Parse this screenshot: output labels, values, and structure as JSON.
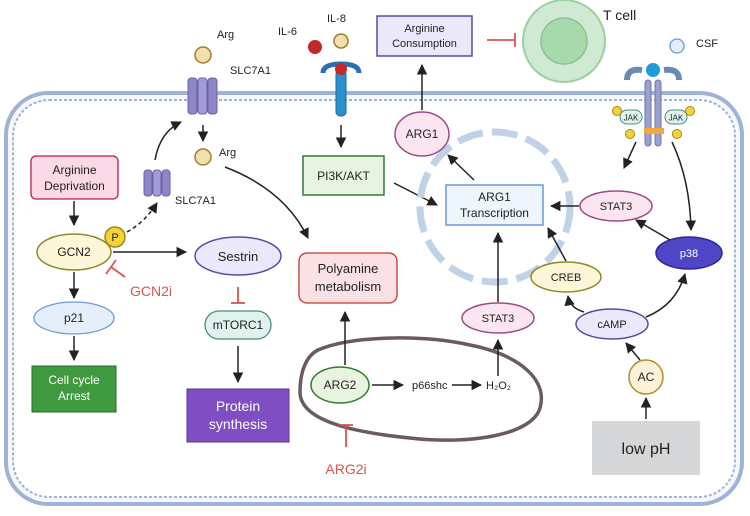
{
  "labels": {
    "arg_top": "Arg",
    "slc7a1_top": "SLC7A1",
    "arg_inside": "Arg",
    "slc7a1_left": "SLC7A1",
    "il6": "IL-6",
    "il8": "IL-8",
    "pi3k": "PI3K/AKT",
    "arginine_consumption_line1": "Arginine",
    "arginine_consumption_line2": "Consumption",
    "t_cell": "T cell",
    "csf": "CSF",
    "jak_left": "JAK",
    "jak_right": "JAK",
    "p_small": "P",
    "arg1": "ARG1",
    "arg1_transcription_line1": "ARG1",
    "arg1_transcription_line2": "Transcription",
    "stat3_right": "STAT3",
    "p38": "p38",
    "creb": "CREB",
    "stat3_mid": "STAT3",
    "camp": "cAMP",
    "ac": "AC",
    "low_ph": "low pH",
    "arginine_deprivation_line1": "Arginine",
    "arginine_deprivation_line2": "Deprivation",
    "gcn2": "GCN2",
    "p_badge": "P",
    "gcn2i": "GCN2i",
    "p21": "p21",
    "cell_cycle_line1": "Cell cycle",
    "cell_cycle_line2": "Arrest",
    "sestrin": "Sestrin",
    "mtorc1": "mTORC1",
    "protein_synthesis_line1": "Protein",
    "protein_synthesis_line2": "synthesis",
    "polyamine_line1": "Polyamine",
    "polyamine_line2": "metabolism",
    "arg2": "ARG2",
    "p66shc": "p66shc",
    "h2o2": "H₂O₂",
    "arg2i": "ARG2i"
  },
  "colors": {
    "membrane": "#9fb3d6",
    "arrow": "#222222",
    "inhibit": "#d9534f",
    "pink_fill": "#fbd9e6",
    "pink_stroke": "#c2185b",
    "yellow_fill": "#fdf6d8",
    "yellow_stroke": "#8a8a2a",
    "green_fill": "#3f9a3f",
    "green_light_fill": "#e8f4e0",
    "purple_fill": "#7e4ec2",
    "lavender_fill": "#ece8fb",
    "blue_light_fill": "#e4effb",
    "teal_fill": "#dff2ee",
    "tcell_outer": "#cfe9d2",
    "tcell_inner": "#a7d9ad",
    "low_ph_fill": "#d4d6d8",
    "p38_fill": "#4f46c7"
  }
}
